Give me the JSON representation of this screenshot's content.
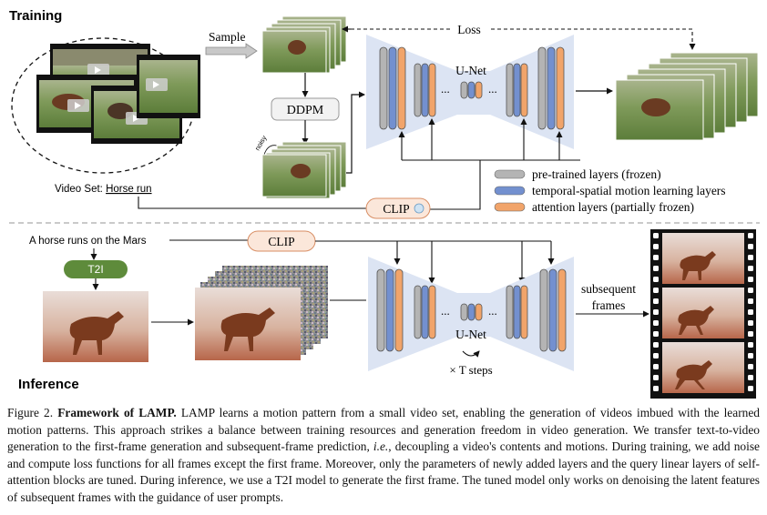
{
  "figure": {
    "training_label": "Training",
    "inference_label": "Inference",
    "sample_label": "Sample",
    "ddpm_label": "DDPM",
    "noisy_label": "noisy",
    "loss_label": "Loss",
    "unet_label": "U-Net",
    "unet_ellipsis": "...",
    "clip_label": "CLIP",
    "video_set_prefix": "Video Set: ",
    "video_set_name": "Horse run",
    "prompt_text": "A horse runs on the Mars",
    "t2i_label": "T2I",
    "subsequent_label_line1": "subsequent",
    "subsequent_label_line2": "frames",
    "steps_label": "× T steps",
    "legend": [
      {
        "label": "pre-trained layers (frozen)",
        "color": "#b4b4b4"
      },
      {
        "label": "temporal-spatial motion learning layers",
        "color": "#7390cf"
      },
      {
        "label": "attention layers (partially frozen)",
        "color": "#f1a46a"
      }
    ],
    "colors": {
      "unet_bg": "#dce4f3",
      "gray_layer": "#b4b4b4",
      "blue_layer": "#7390cf",
      "orange_layer": "#f1a46a",
      "clip_bg": "#fbe7da",
      "clip_border": "#d88e64",
      "t2i_bg": "#5e8b3b",
      "ddpm_border": "#999999"
    }
  },
  "caption": {
    "figure_number": "Figure 2.",
    "title": "Framework of LAMP.",
    "body_1": "LAMP learns a motion pattern from a small video set, enabling the generation of videos imbued with the learned motion patterns. This approach strikes a balance between training resources and generation freedom in video generation. We transfer text-to-video generation to the first-frame generation and subsequent-frame prediction, ",
    "ie": "i.e.",
    "body_2": ", decoupling a video's contents and motions. During training, we add noise and compute loss functions for all frames except the first frame. Moreover, only the parameters of newly added layers and the query linear layers of self-attention blocks are tuned. During inference, we use a T2I model to generate the first frame. The tuned model only works on denoising the latent features of subsequent frames with the guidance of user prompts."
  }
}
